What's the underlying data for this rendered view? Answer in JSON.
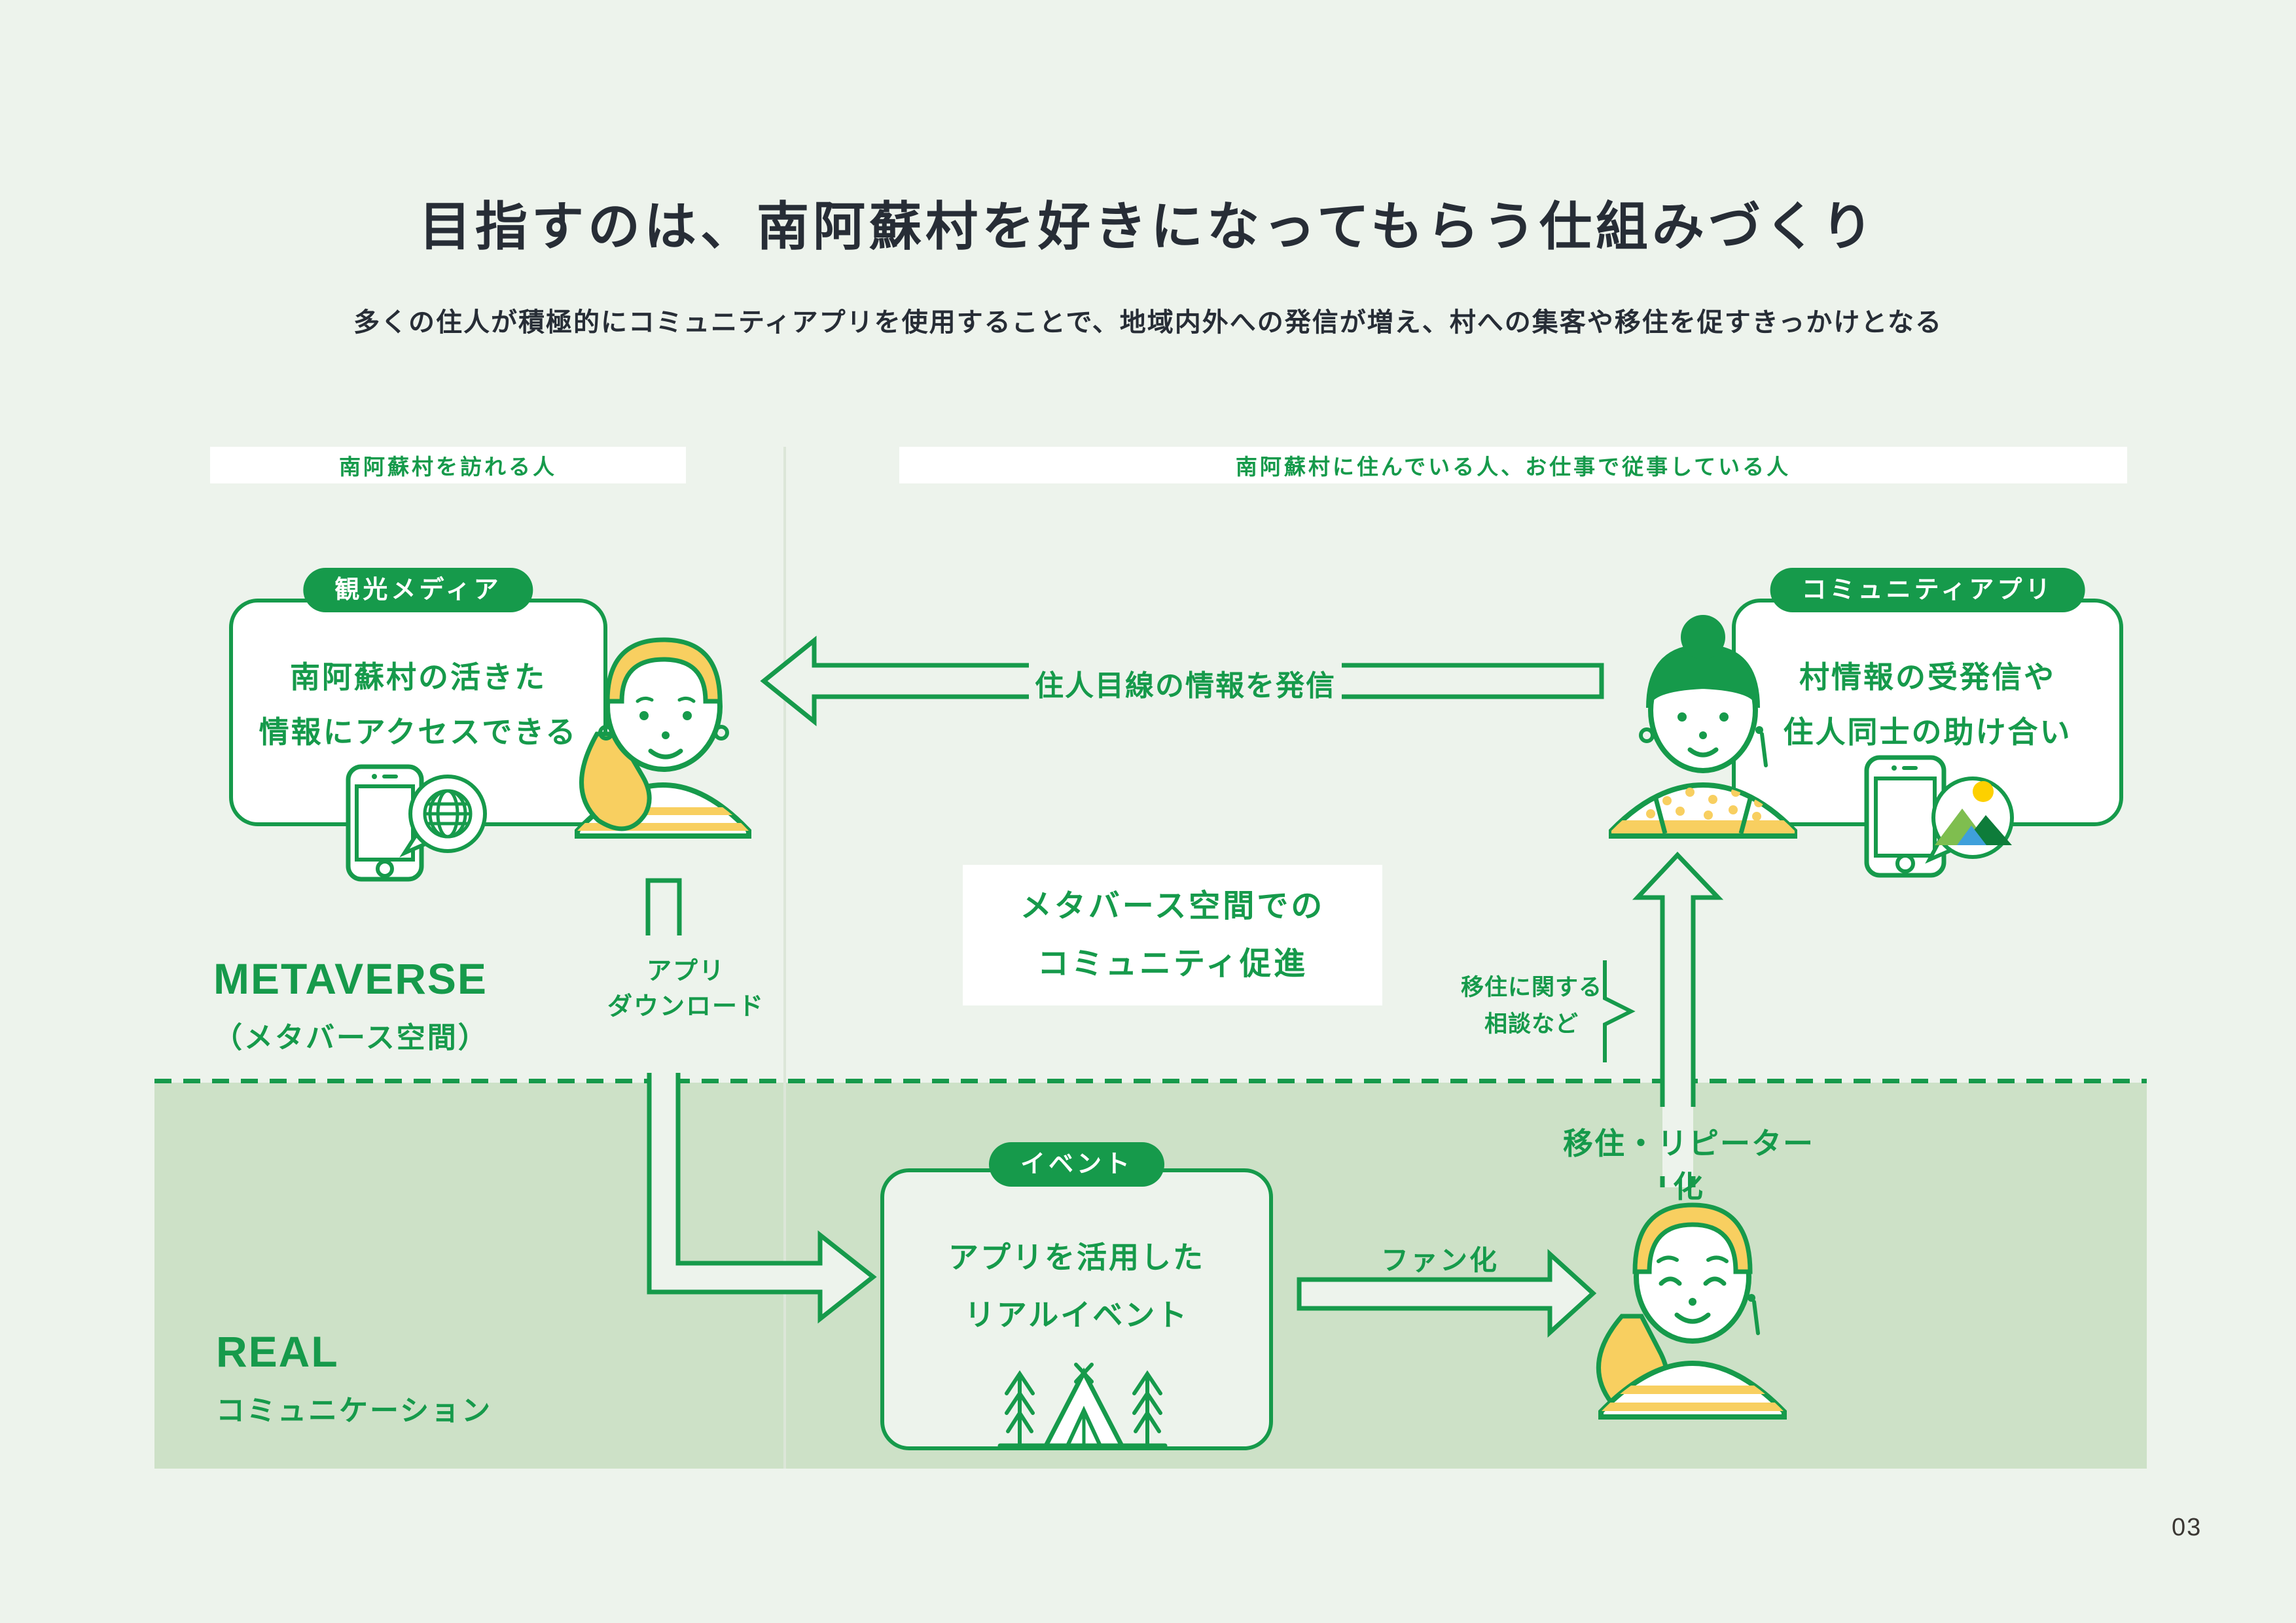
{
  "page": {
    "title": "目指すのは、南阿蘇村を好きになってもらう仕組みづくり",
    "subtitle": "多くの住人が積極的にコミュニティアプリを使用することで、地域内外への発信が増え、村への集客や移住を促すきっかけとなる",
    "page_number": "03"
  },
  "headers": {
    "visitors": "南阿蘇村を訪れる人",
    "residents": "南阿蘇村に住んでいる人、お仕事で従事している人"
  },
  "zones": {
    "metaverse_en": "METAVERSE",
    "metaverse_ja": "（メタバース空間）",
    "real_en": "REAL",
    "real_ja": "コミュニケーション"
  },
  "cards": {
    "tourism": {
      "badge": "観光メディア",
      "line1": "南阿蘇村の活きた",
      "line2": "情報にアクセスできる"
    },
    "community": {
      "badge": "コミュニティアプリ",
      "line1": "村情報の受発信や",
      "line2": "住人同士の助け合い"
    },
    "event": {
      "badge": "イベント",
      "line1": "アプリを活用した",
      "line2": "リアルイベント"
    }
  },
  "callout": {
    "line1": "メタバース空間での",
    "line2": "コミュニティ促進"
  },
  "flows": {
    "broadcast": "住人目線の情報を発信",
    "app_download_line1": "アプリ",
    "app_download_line2": "ダウンロード",
    "fan": "ファン化",
    "migration": "移住・リピーター化",
    "consult_line1": "移住に関する",
    "consult_line2": "相談など"
  },
  "colors": {
    "green": "#169a4b",
    "dark_text": "#272d36",
    "yellow": "#f8cf60",
    "real_band": "#cde1c7",
    "background": "#edf3ec",
    "sun_yellow": "#fdd000",
    "mountain_light": "#7fbe4f",
    "mountain_dark": "#0e7c3a",
    "water_blue": "#3fa0db"
  }
}
